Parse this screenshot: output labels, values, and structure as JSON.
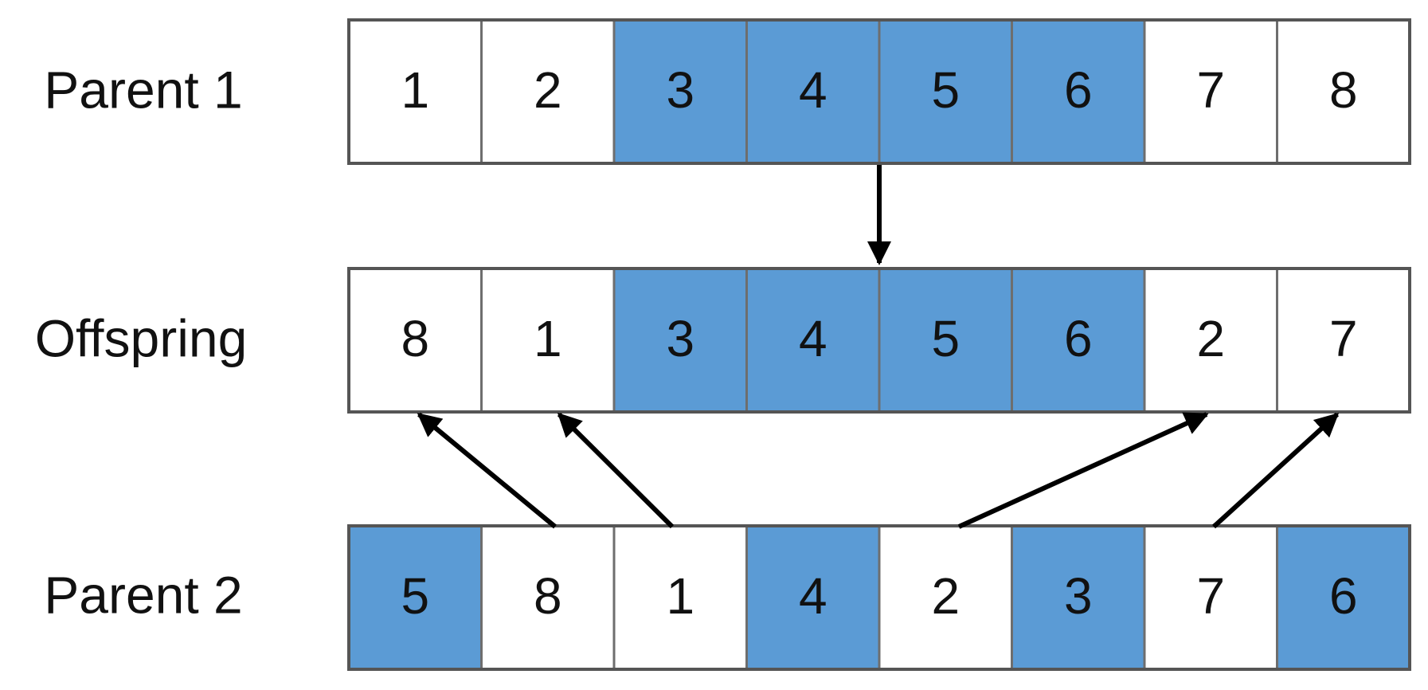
{
  "colors": {
    "highlight": "#5b9bd5",
    "plain": "#ffffff",
    "arrow": "#000000"
  },
  "rows": [
    {
      "label": "Parent 1",
      "cells": [
        {
          "value": "1",
          "highlighted": false
        },
        {
          "value": "2",
          "highlighted": false
        },
        {
          "value": "3",
          "highlighted": true
        },
        {
          "value": "4",
          "highlighted": true
        },
        {
          "value": "5",
          "highlighted": true
        },
        {
          "value": "6",
          "highlighted": true
        },
        {
          "value": "7",
          "highlighted": false
        },
        {
          "value": "8",
          "highlighted": false
        }
      ]
    },
    {
      "label": "Offspring",
      "cells": [
        {
          "value": "8",
          "highlighted": false
        },
        {
          "value": "1",
          "highlighted": false
        },
        {
          "value": "3",
          "highlighted": true
        },
        {
          "value": "4",
          "highlighted": true
        },
        {
          "value": "5",
          "highlighted": true
        },
        {
          "value": "6",
          "highlighted": true
        },
        {
          "value": "2",
          "highlighted": false
        },
        {
          "value": "7",
          "highlighted": false
        }
      ]
    },
    {
      "label": "Parent 2",
      "cells": [
        {
          "value": "5",
          "highlighted": true
        },
        {
          "value": "8",
          "highlighted": false
        },
        {
          "value": "1",
          "highlighted": false
        },
        {
          "value": "4",
          "highlighted": true
        },
        {
          "value": "2",
          "highlighted": false
        },
        {
          "value": "3",
          "highlighted": true
        },
        {
          "value": "7",
          "highlighted": false
        },
        {
          "value": "6",
          "highlighted": true
        }
      ]
    }
  ],
  "arrows": [
    {
      "from": "Parent 1 segment",
      "to": "Offspring segment"
    },
    {
      "from": "Parent 2 gene 8",
      "to": "Offspring gene 8"
    },
    {
      "from": "Parent 2 gene 1",
      "to": "Offspring gene 1"
    },
    {
      "from": "Parent 2 gene 2",
      "to": "Offspring gene 2"
    },
    {
      "from": "Parent 2 gene 7",
      "to": "Offspring gene 7"
    }
  ]
}
